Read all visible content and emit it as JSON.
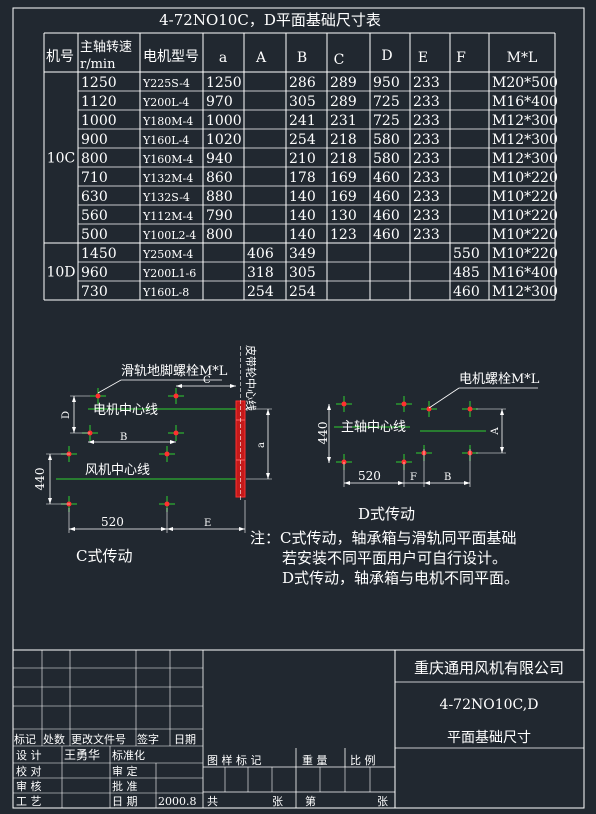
{
  "title": "4-72NO10C，D平面基础尺寸表",
  "table": {
    "headers": {
      "group": "机号",
      "speed_line1": "主轴转速",
      "speed_line2": "r/min",
      "motor": "电机型号",
      "a": "a",
      "A": "A",
      "B": "B",
      "C": "C",
      "D": "D",
      "E": "E",
      "F": "F",
      "ML": "M*L"
    },
    "group_10c": "10C",
    "group_10d": "10D",
    "rows": [
      {
        "speed": "1250",
        "motor": "Y225S-4",
        "a": "1250",
        "A": "",
        "B": "286",
        "C": "289",
        "D": "950",
        "E": "233",
        "F": "",
        "ML": "M20*500"
      },
      {
        "speed": "1120",
        "motor": "Y200L-4",
        "a": "970",
        "A": "",
        "B": "305",
        "C": "289",
        "D": "725",
        "E": "233",
        "F": "",
        "ML": "M16*400"
      },
      {
        "speed": "1000",
        "motor": "Y180M-4",
        "a": "1000",
        "A": "",
        "B": "241",
        "C": "231",
        "D": "725",
        "E": "233",
        "F": "",
        "ML": "M12*300"
      },
      {
        "speed": "900",
        "motor": "Y160L-4",
        "a": "1020",
        "A": "",
        "B": "254",
        "C": "218",
        "D": "580",
        "E": "233",
        "F": "",
        "ML": "M12*300"
      },
      {
        "speed": "800",
        "motor": "Y160M-4",
        "a": "940",
        "A": "",
        "B": "210",
        "C": "218",
        "D": "580",
        "E": "233",
        "F": "",
        "ML": "M12*300"
      },
      {
        "speed": "710",
        "motor": "Y132M-4",
        "a": "860",
        "A": "",
        "B": "178",
        "C": "169",
        "D": "460",
        "E": "233",
        "F": "",
        "ML": "M10*220"
      },
      {
        "speed": "630",
        "motor": "Y132S-4",
        "a": "880",
        "A": "",
        "B": "140",
        "C": "169",
        "D": "460",
        "E": "233",
        "F": "",
        "ML": "M10*220"
      },
      {
        "speed": "560",
        "motor": "Y112M-4",
        "a": "790",
        "A": "",
        "B": "140",
        "C": "130",
        "D": "460",
        "E": "233",
        "F": "",
        "ML": "M10*220"
      },
      {
        "speed": "500",
        "motor": "Y100L2-4",
        "a": "800",
        "A": "",
        "B": "140",
        "C": "123",
        "D": "460",
        "E": "233",
        "F": "",
        "ML": "M10*220"
      },
      {
        "speed": "1450",
        "motor": "Y250M-4",
        "a": "",
        "A": "406",
        "B": "349",
        "C": "",
        "D": "",
        "E": "",
        "F": "550",
        "ML": "M10*220"
      },
      {
        "speed": "960",
        "motor": "Y200L1-6",
        "a": "",
        "A": "318",
        "B": "305",
        "C": "",
        "D": "",
        "E": "",
        "F": "485",
        "ML": "M16*400"
      },
      {
        "speed": "730",
        "motor": "Y160L-8",
        "a": "",
        "A": "254",
        "B": "254",
        "C": "",
        "D": "",
        "E": "",
        "F": "460",
        "ML": "M12*300"
      }
    ]
  },
  "c_drive": {
    "rail_bolt": "滑轨地脚螺栓M*L",
    "belt_line": "皮带轮中心线",
    "motor_center": "电机中心线",
    "fan_center": "风机中心线",
    "dim_c": "C",
    "dim_d": "D",
    "dim_b": "B",
    "dim_a": "a",
    "dim_440": "440",
    "dim_520": "520",
    "dim_e": "E",
    "caption": "C式传动"
  },
  "d_drive": {
    "motor_bolt": "电机螺栓M*L",
    "shaft_center": "主轴中心线",
    "dim_440": "440",
    "dim_a": "A",
    "dim_520": "520",
    "dim_f": "F",
    "dim_b": "B",
    "caption": "D式传动"
  },
  "notes": {
    "line1": "注：C式传动，轴承箱与滑轨同平面基础",
    "line2": "若安装不同平面用户可自行设计。",
    "line3": "D式传动，轴承箱与电机不同平面。"
  },
  "title_block": {
    "company": "重庆通用风机有限公司",
    "drawing_code": "4-72NO10C,D",
    "drawing_name": "平面基础尺寸",
    "rev_headers": [
      "标记",
      "处数",
      "更改文件号",
      "签字",
      "日期"
    ],
    "design": "设 计",
    "designer": "王勇华",
    "standardize": "标准化",
    "check": "校 对",
    "review": "审 定",
    "audit": "审 核",
    "approve": "批 准",
    "process": "工 艺",
    "date_label": "日 期",
    "date_value": "2000.8",
    "sample_mark": "图 样 标 记",
    "weight": "重 量",
    "scale": "比 例",
    "total": "共",
    "sheet": "张",
    "page_no": "第",
    "page_sheet": "张"
  }
}
